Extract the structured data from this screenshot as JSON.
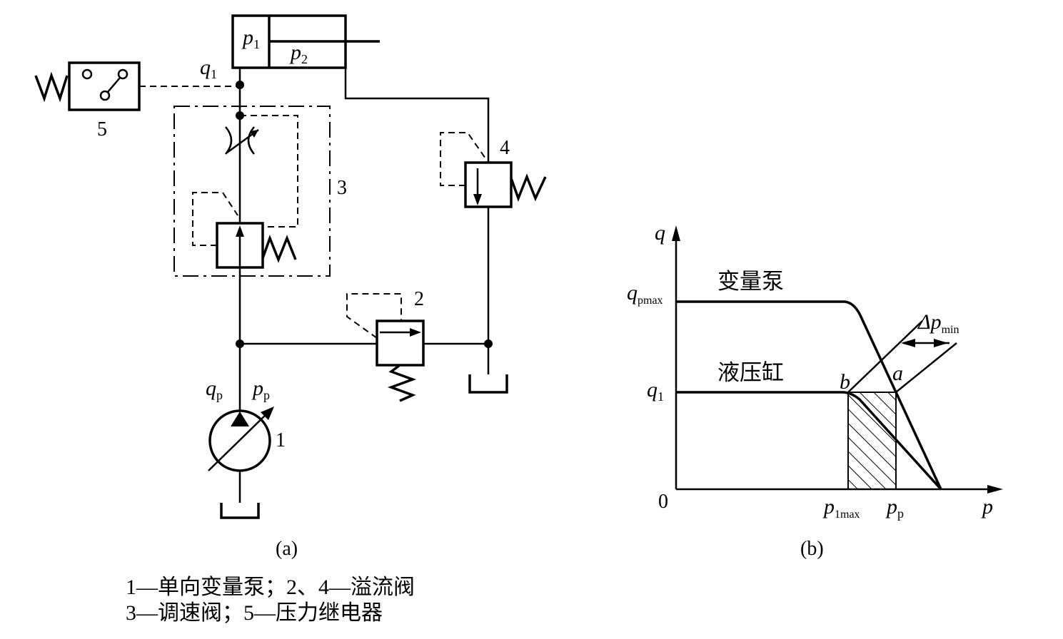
{
  "circuit": {
    "p1": "p",
    "p1_sub": "1",
    "p2": "p",
    "p2_sub": "2",
    "q1": "q",
    "q1_sub": "1",
    "qp": "q",
    "qp_sub": "p",
    "pp": "p",
    "pp_sub": "p",
    "num1": "1",
    "num2": "2",
    "num3": "3",
    "num4": "4",
    "num5": "5",
    "caption": "(a)"
  },
  "graph": {
    "q_axis": "q",
    "p_axis": "p",
    "origin": "0",
    "qpmax": "q",
    "qpmax_sub": "pmax",
    "q1": "q",
    "q1_sub": "1",
    "pump_label": "变量泵",
    "cylinder_label": "液压缸",
    "point_a": "a",
    "point_b": "b",
    "dp": "Δp",
    "dp_sub": "min",
    "p1max": "p",
    "p1max_sub": "1max",
    "pp": "p",
    "pp_sub": "p",
    "caption": "(b)"
  },
  "legend": {
    "line1": "1—单向变量泵；2、4—溢流阀",
    "line2": "3—调速阀；5—压力继电器"
  }
}
